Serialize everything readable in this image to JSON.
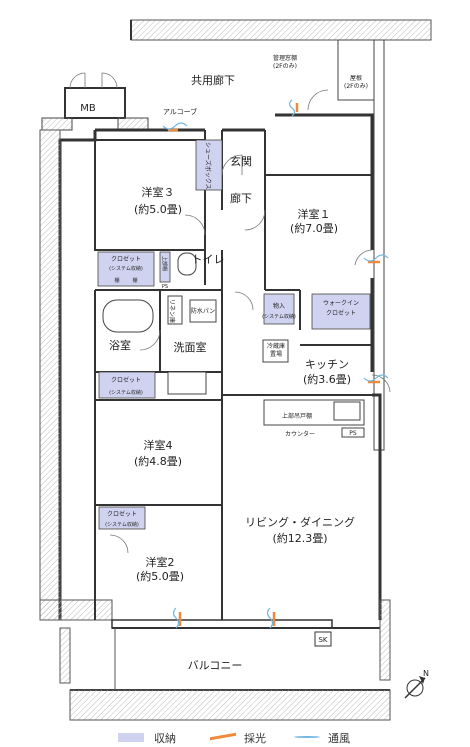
{
  "rooms": {
    "corridor": "共用廊下",
    "mb": "MB",
    "alcove": "アルコーブ",
    "meter_box": "管理窓棚",
    "meter_box_note": "(2Fのみ)",
    "roof": "屋根",
    "roof_note": "(2Fのみ)",
    "shoe_box": "シューズボックス",
    "entrance": "玄関",
    "hall": "廊下",
    "western3": "洋室３",
    "western3_size": "(約5.0畳)",
    "western1": "洋室１",
    "western1_size": "(約7.0畳)",
    "closet": "クロゼット",
    "system_storage": "(システム収納)",
    "shelf": "棚",
    "upper_shelf": "上部棚",
    "ps": "PS",
    "toilet": "トイレ",
    "linen": "リネン庫",
    "washpan": "防水パン",
    "storage": "物入",
    "walkin": "ウォークイン",
    "walkin2": "クロゼット",
    "bath": "浴室",
    "washroom": "洗面室",
    "fridge": "冷蔵庫",
    "fridge2": "置場",
    "kitchen": "キッチン",
    "kitchen_size": "(約3.6畳)",
    "upper_cabinet": "上部吊戸棚",
    "counter": "カウンター",
    "western4": "洋室4",
    "western4_size": "(約4.8畳)",
    "living": "リビング・ダイニング",
    "living_size": "(約12.3畳)",
    "western2": "洋室2",
    "western2_size": "(約5.0畳)",
    "sk": "SK",
    "balcony": "バルコニー"
  },
  "legend": {
    "storage": "収納",
    "light": "採光",
    "wind": "通風",
    "storage_color": "#cfd3ef",
    "light_color": "#f0893a",
    "wind_color": "#6fb7e0"
  },
  "compass": {
    "label": "N"
  }
}
